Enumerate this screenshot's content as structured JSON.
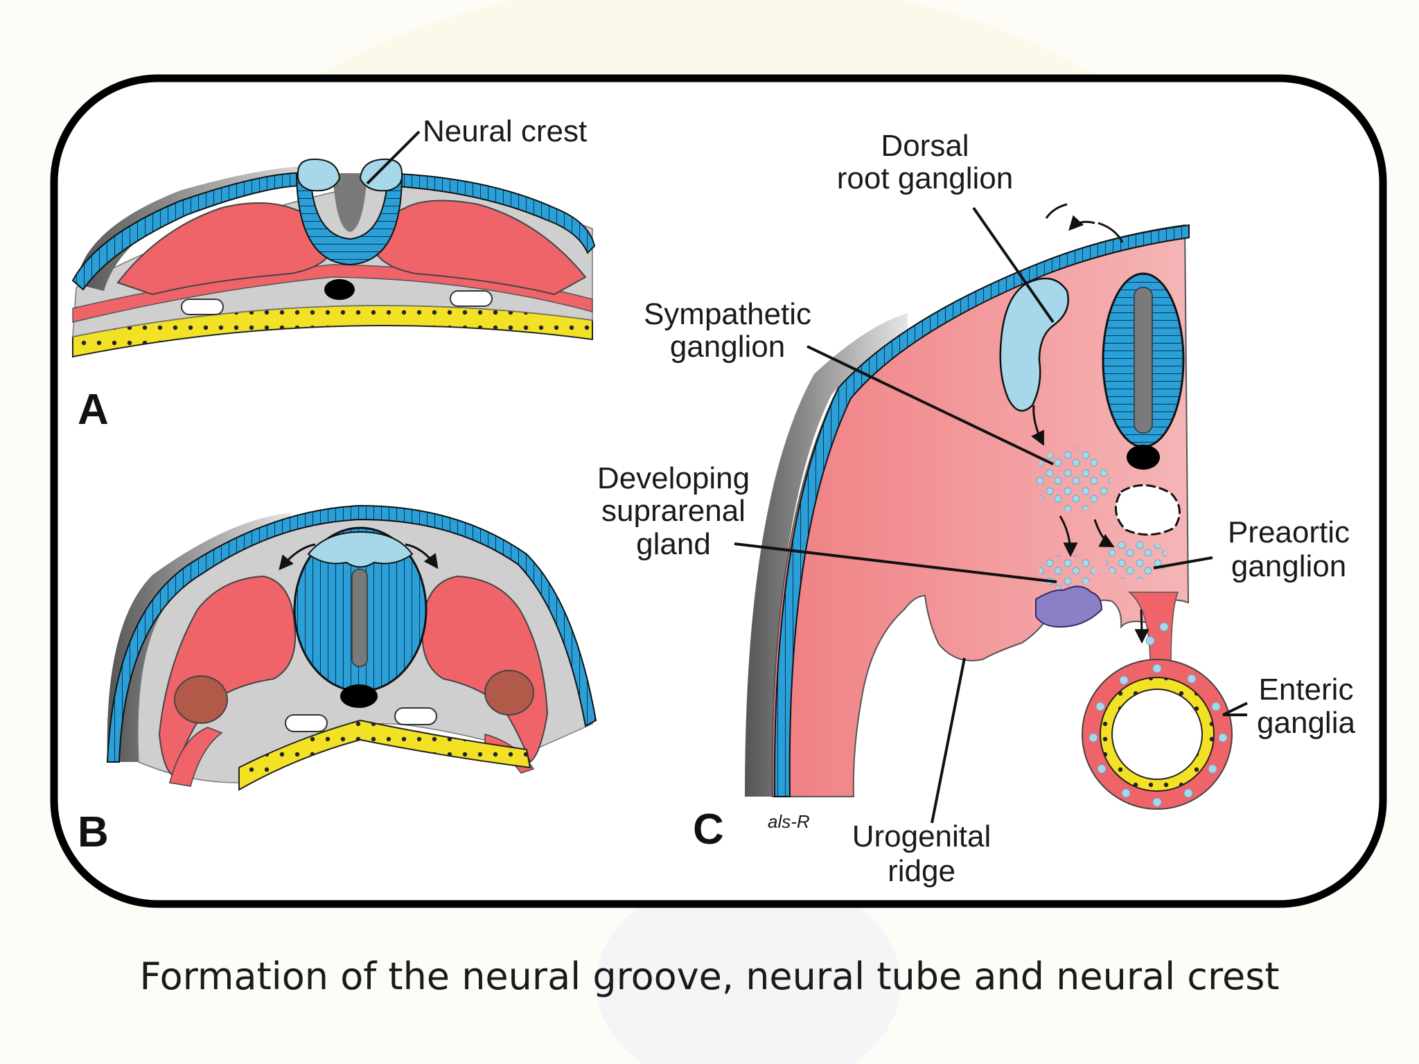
{
  "labels": {
    "neural_crest": "Neural crest",
    "dorsal_root_ganglion_1": "Dorsal",
    "dorsal_root_ganglion_2": "root ganglion",
    "sympathetic_ganglion_1": "Sympathetic",
    "sympathetic_ganglion_2": "ganglion",
    "suprarenal_1": "Developing",
    "suprarenal_2": "suprarenal",
    "suprarenal_3": "gland",
    "preaortic_1": "Preaortic",
    "preaortic_2": "ganglion",
    "enteric_1": "Enteric",
    "enteric_2": "ganglia",
    "urogenital_1": "Urogenital",
    "urogenital_2": "ridge"
  },
  "panels": {
    "a": "A",
    "b": "B",
    "c": "C"
  },
  "signature": "als-R",
  "caption": "Formation of the neural groove, neural tube and neural crest",
  "colors": {
    "ectoderm": "#2a9fd8",
    "neural_tube": "#2a9fd8",
    "neural_crest": "#a6d8ea",
    "mesoderm": "#ee6468",
    "mesenchyme": "#cfcfcf",
    "endoderm": "#f3e126",
    "notochord": "#000000",
    "frame": "#000000"
  }
}
